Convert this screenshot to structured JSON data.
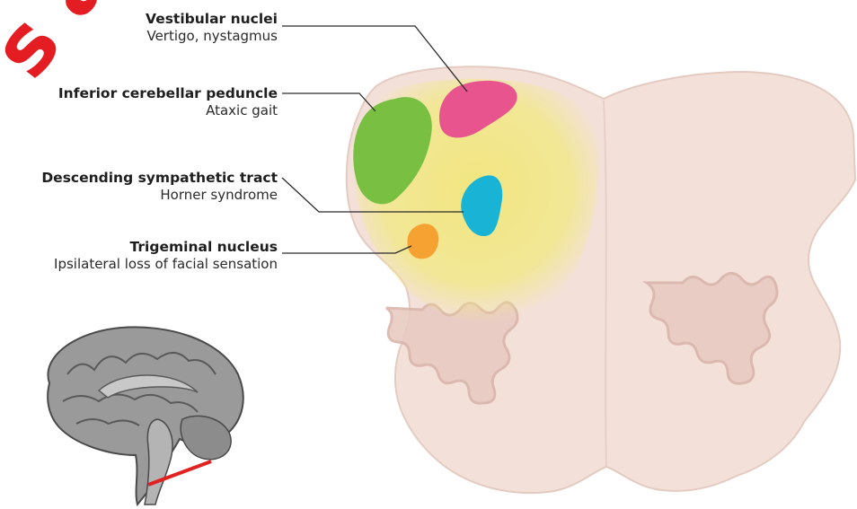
{
  "labels": [
    {
      "title": "Vestibular nuclei",
      "subtitle": "Vertigo, nystagmus"
    },
    {
      "title": "Inferior cerebellar peduncle",
      "subtitle": "Ataxic gait"
    },
    {
      "title": "Descending sympathetic tract",
      "subtitle": "Horner syndrome"
    },
    {
      "title": "Trigeminal nucleus",
      "subtitle": "Ipsilateral loss of facial sensation"
    }
  ],
  "watermark": "s article",
  "colors": {
    "vestibular": "#e8558e",
    "peduncle": "#78bf42",
    "sympathetic": "#19b3d6",
    "trigeminal": "#f5a232",
    "lesion": "#f2e98a",
    "medulla": "#f3e0d9",
    "cut_line": "#e02222"
  }
}
